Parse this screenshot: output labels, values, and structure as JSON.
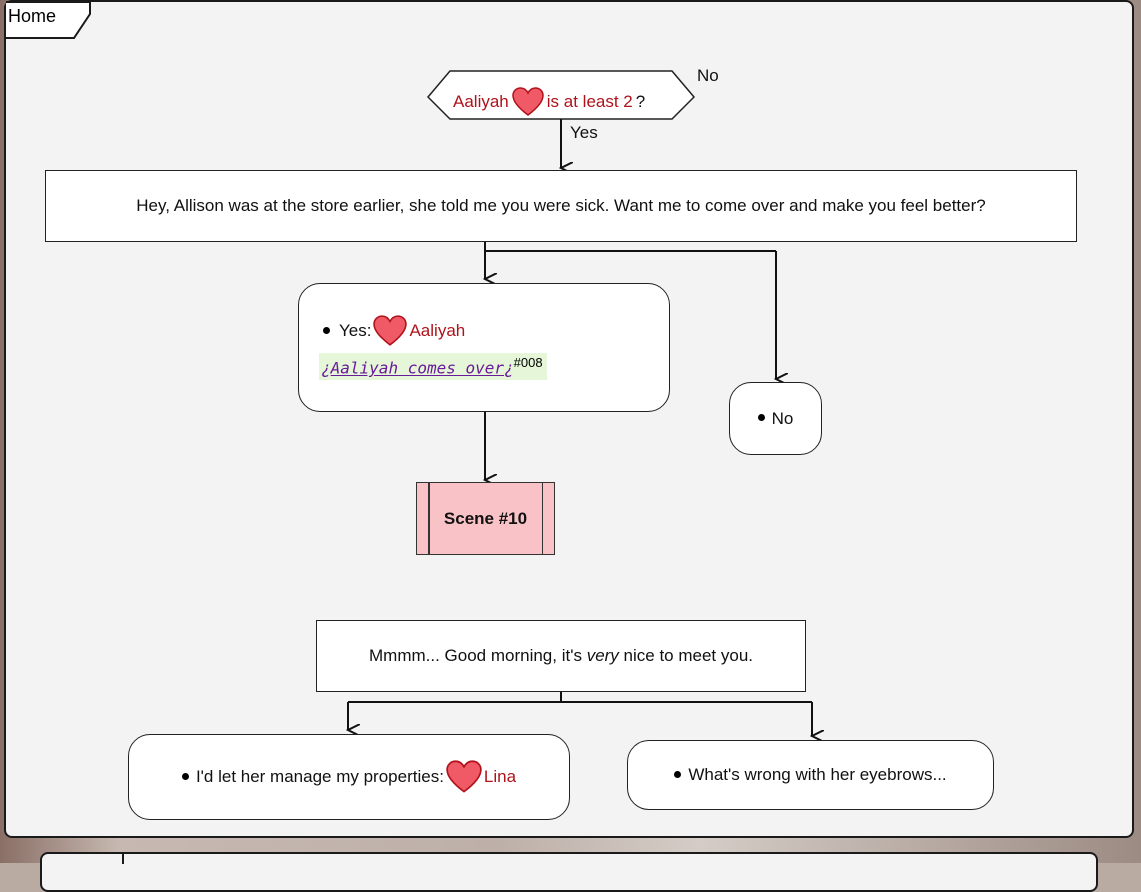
{
  "frame": {
    "tab_label": "Home"
  },
  "condition": {
    "name": "Aaliyah",
    "text": "is at least 2",
    "question_mark": "?",
    "no_label": "No",
    "yes_label": "Yes"
  },
  "message1": "Hey, Allison was at the store earlier, she told me you were sick. Want me to come over and make you feel better?",
  "choice_yes": {
    "prefix": "Yes:",
    "name": "Aaliyah",
    "event_open": "¿",
    "event_text": "Aaliyah comes over",
    "event_close": "¿",
    "event_ref": "#008"
  },
  "choice_no": {
    "label": "No"
  },
  "scene": {
    "label": "Scene #10"
  },
  "message2": {
    "before": "Mmmm... Good morning, it's ",
    "emphasis": "very",
    "after": " nice to meet you."
  },
  "choice_lina": {
    "prefix": "I'd let her manage my properties:",
    "name": "Lina"
  },
  "choice_eyebrows": {
    "label": "What's wrong with her eyebrows..."
  },
  "colors": {
    "heart": "#f05a66",
    "name_red": "#b0121b",
    "scene_fill": "#f8c2c7",
    "event_bg": "#e5f6d9"
  }
}
